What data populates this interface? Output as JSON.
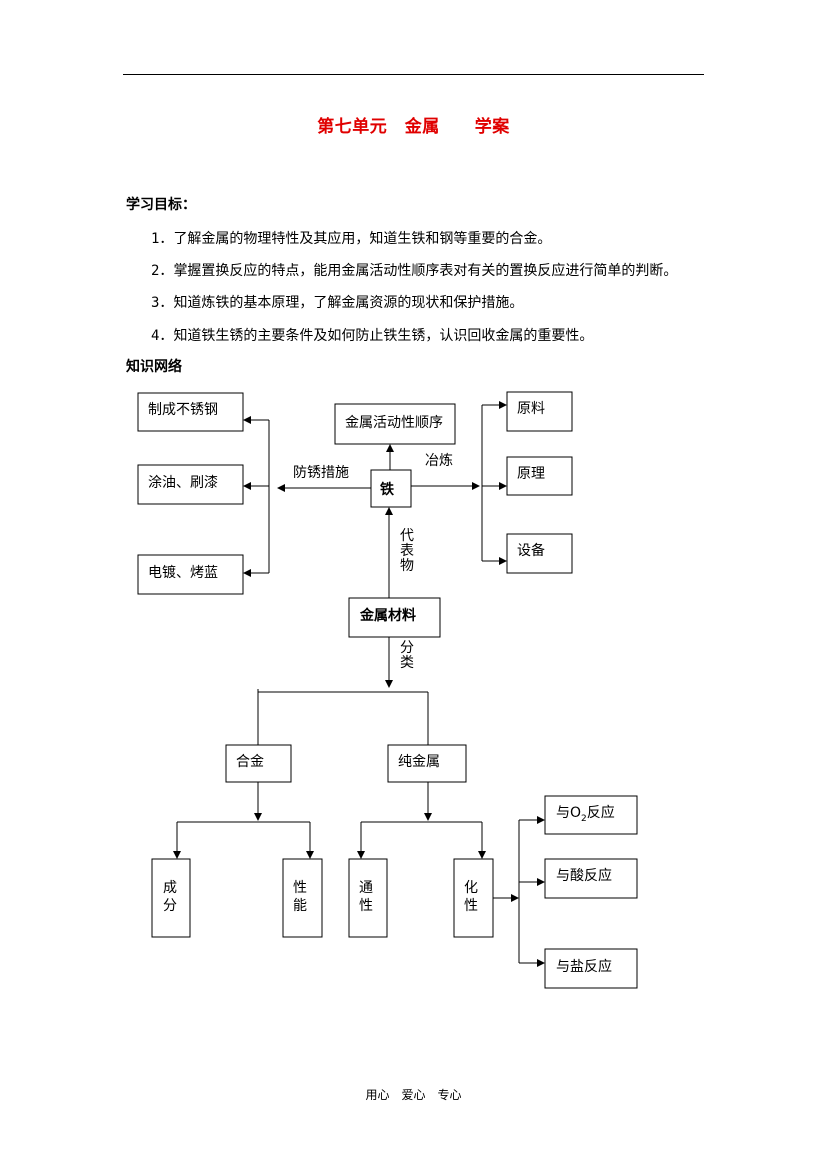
{
  "title": "第七单元　金属　　学案",
  "objectives": {
    "heading": "学习目标：",
    "items": [
      {
        "num": "1．",
        "text": "了解金属的物理特性及其应用，知道生铁和钢等重要的合金。"
      },
      {
        "num": "2．",
        "text": "掌握置换反应的特点，能用金属活动性顺序表对有关的置换反应进行简单的判断。"
      },
      {
        "num": "3．",
        "text": "知道炼铁的基本原理，了解金属资源的现状和保护措施。"
      },
      {
        "num": "4．",
        "text": "知道铁生锈的主要条件及如何防止铁生锈，认识回收金属的重要性。"
      }
    ]
  },
  "network": {
    "heading": "知识网络",
    "iron": "铁",
    "activity_series": "金属活动性顺序",
    "rust_prevention_label": "防锈措施",
    "smelting_label": "冶炼",
    "rust_methods": [
      "制成不锈钢",
      "涂油、刷漆",
      "电镀、烤蓝"
    ],
    "smelting_items": [
      "原料",
      "原理",
      "设备"
    ],
    "representative_label": [
      "代",
      "表",
      "物"
    ],
    "metal_materials": "金属材料",
    "classification_label": [
      "分",
      "类"
    ],
    "alloy": "合金",
    "pure_metal": "纯金属",
    "alloy_aspects": [
      [
        "成",
        "分"
      ],
      [
        "性",
        "能"
      ]
    ],
    "pure_metal_aspects": [
      [
        "通",
        "性"
      ],
      [
        "化",
        "性"
      ]
    ],
    "chemical_reactions": {
      "with_oxygen": {
        "prefix": "与",
        "formula": "O",
        "subscript": "2",
        "suffix": "反应"
      },
      "with_acid": "与酸反应",
      "with_salt": "与盐反应"
    }
  },
  "footer": "用心　爱心　专心"
}
